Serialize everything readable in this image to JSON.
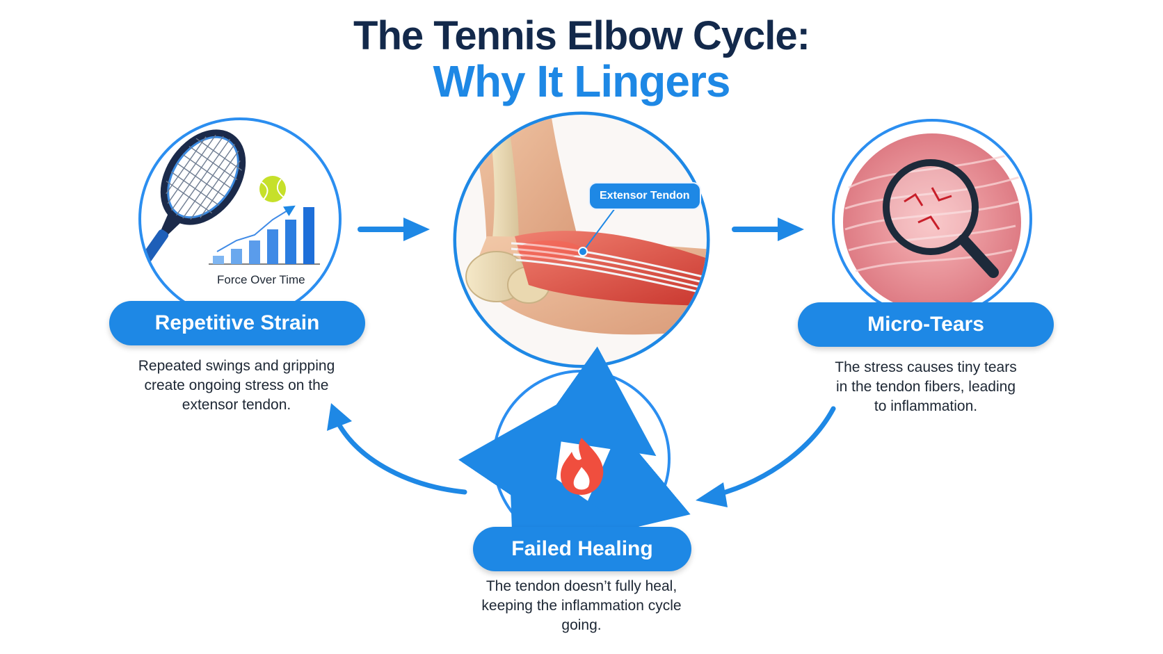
{
  "title": {
    "line1": "The Tennis Elbow Cycle:",
    "line2": "Why It Lingers"
  },
  "colors": {
    "navy": "#13294b",
    "blue": "#1e88e5",
    "accent": "#2b8ef0",
    "flame": "#f04e3e",
    "ball": "#c6e02a"
  },
  "stages": {
    "strain": {
      "label": "Repetitive Strain",
      "chart_caption": "Force Over Time",
      "description": [
        "Repeated swings and gripping",
        "create ongoing stress on the",
        "extensor tendon."
      ]
    },
    "anatomy": {
      "callout": "Extensor Tendon"
    },
    "tears": {
      "label": "Micro-Tears",
      "description": [
        "The stress causes tiny tears",
        "in the tendon fibers, leading",
        "to inflammation."
      ]
    },
    "healing": {
      "label": "Failed Healing",
      "description": [
        "The tendon doesn’t fully heal,",
        "keeping the inflammation cycle",
        "going."
      ]
    }
  },
  "icons": {
    "racket": "tennis-racket-icon",
    "ball": "tennis-ball-icon",
    "chart": "bar-chart-icon",
    "elbow": "elbow-anatomy-illustration",
    "magnifier": "magnifying-glass-icon",
    "cycle": "cycle-arrows-icon",
    "flame": "flame-icon"
  }
}
